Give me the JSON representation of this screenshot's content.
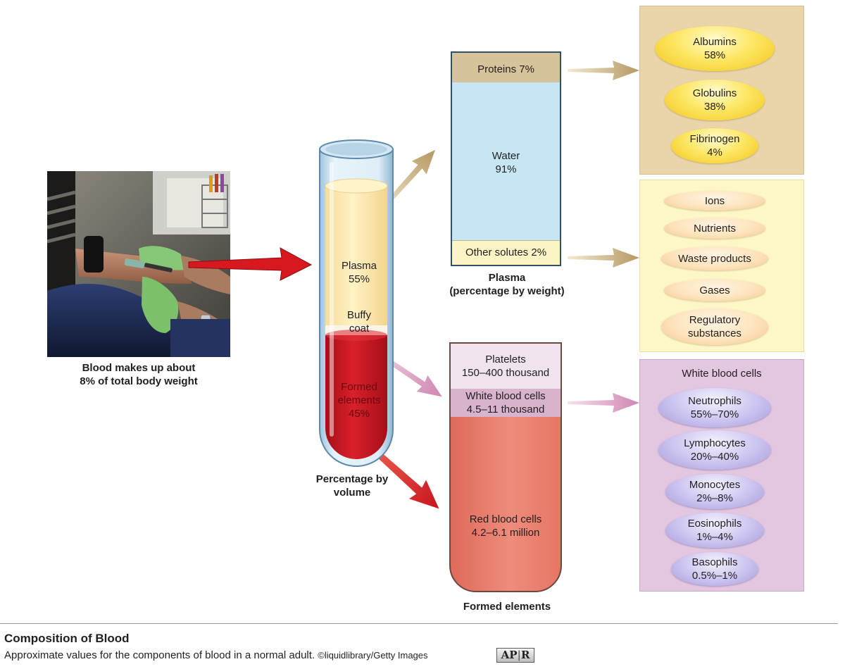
{
  "photo": {
    "caption_line1": "Blood makes up about",
    "caption_line2": "8% of total body weight"
  },
  "tube": {
    "plasma_label": "Plasma",
    "plasma_pct": "55%",
    "buffy_line1": "Buffy",
    "buffy_line2": "coat",
    "formed_line1": "Formed",
    "formed_line2": "elements",
    "formed_pct": "45%",
    "caption_line1": "Percentage by",
    "caption_line2": "volume"
  },
  "plasma": {
    "proteins": "Proteins 7%",
    "water_label": "Water",
    "water_pct": "91%",
    "other_solutes": "Other solutes 2%",
    "caption_line1": "Plasma",
    "caption_line2": "(percentage by weight)"
  },
  "formed": {
    "platelets_label": "Platelets",
    "platelets_value": "150–400 thousand",
    "wbc_label": "White blood cells",
    "wbc_value": "4.5–11 thousand",
    "rbc_label": "Red blood cells",
    "rbc_value": "4.2–6.1 million",
    "caption": "Formed elements"
  },
  "proteins": [
    {
      "name": "Albumins",
      "pct": "58%"
    },
    {
      "name": "Globulins",
      "pct": "38%"
    },
    {
      "name": "Fibrinogen",
      "pct": "4%"
    }
  ],
  "solutes": [
    {
      "name": "Ions"
    },
    {
      "name": "Nutrients"
    },
    {
      "name": "Waste products"
    },
    {
      "name": "Gases"
    },
    {
      "name": "Regulatory",
      "name2": "substances"
    }
  ],
  "wbc": {
    "title": "White blood cells",
    "items": [
      {
        "name": "Neutrophils",
        "pct": "55%–70%"
      },
      {
        "name": "Lymphocytes",
        "pct": "20%–40%"
      },
      {
        "name": "Monocytes",
        "pct": "2%–8%"
      },
      {
        "name": "Eosinophils",
        "pct": "1%–4%"
      },
      {
        "name": "Basophils",
        "pct": "0.5%–1%"
      }
    ]
  },
  "caption": {
    "title": "Composition of Blood",
    "body": "Approximate values for the components of blood in a normal adult. ",
    "credit": "©liquidlibrary/Getty Images",
    "badge_left": "AP",
    "badge_right": "R"
  },
  "colors": {
    "plasma_yellow": "#fde9a8",
    "formed_red": "#c8141e",
    "water_blue": "#c6e6f5",
    "arrow_tan": "#c2a878",
    "arrow_pink": "#d48fb6",
    "arrow_red": "#d7191f"
  }
}
